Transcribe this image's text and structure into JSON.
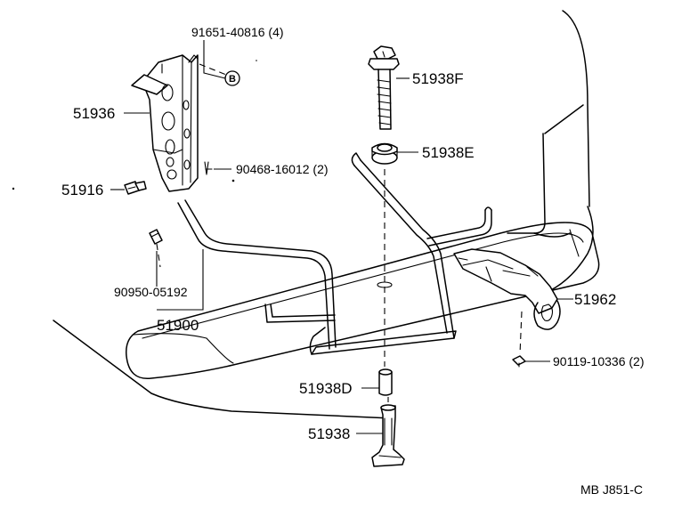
{
  "parts": {
    "p91651": "91651-40816 (4)",
    "callout_b": "B",
    "p51936": "51936",
    "p51916": "51916",
    "p90468": "90468-16012 (2)",
    "p90950": "90950-05192",
    "p51900": "51900",
    "p51938F": "51938F",
    "p51938E": "51938E",
    "p51962": "51962",
    "p90119": "90119-10336 (2)",
    "p51938D": "51938D",
    "p51938": "51938"
  },
  "footer": {
    "code": "MB  J851-C"
  }
}
